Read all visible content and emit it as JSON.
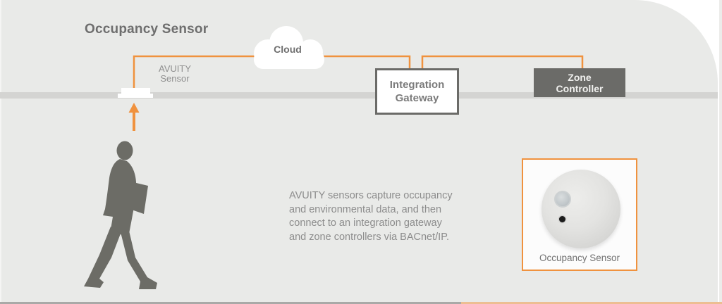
{
  "diagram": {
    "title": "Occupancy Sensor",
    "cloud_label": "Cloud",
    "ceiling_sensor_label_line1": "AVUITY",
    "ceiling_sensor_label_line2": "Sensor",
    "gateway_line1": "Integration",
    "gateway_line2": "Gateway",
    "zone_line1": "Zone",
    "zone_line2": "Controller",
    "description_lines": [
      "AVUITY sensors capture occupancy",
      "and environmental data, and then",
      "connect to an integration gateway",
      "and zone controllers via BACnet/IP."
    ],
    "photo_caption": "Occupancy Sensor",
    "colors": {
      "accent_orange": "#F0923E",
      "panel_gray": "#E9EAE8",
      "ceiling_band_gray": "#D4D4D2",
      "dark_box_gray": "#6B6B68",
      "silhouette_gray": "#6C6C66",
      "title_text_gray": "#6E6E6E",
      "body_text_gray": "#8C8C8C",
      "bottom_rule_gray": "#A9A9A7",
      "bottom_rule_tan": "#EDBE92"
    }
  }
}
